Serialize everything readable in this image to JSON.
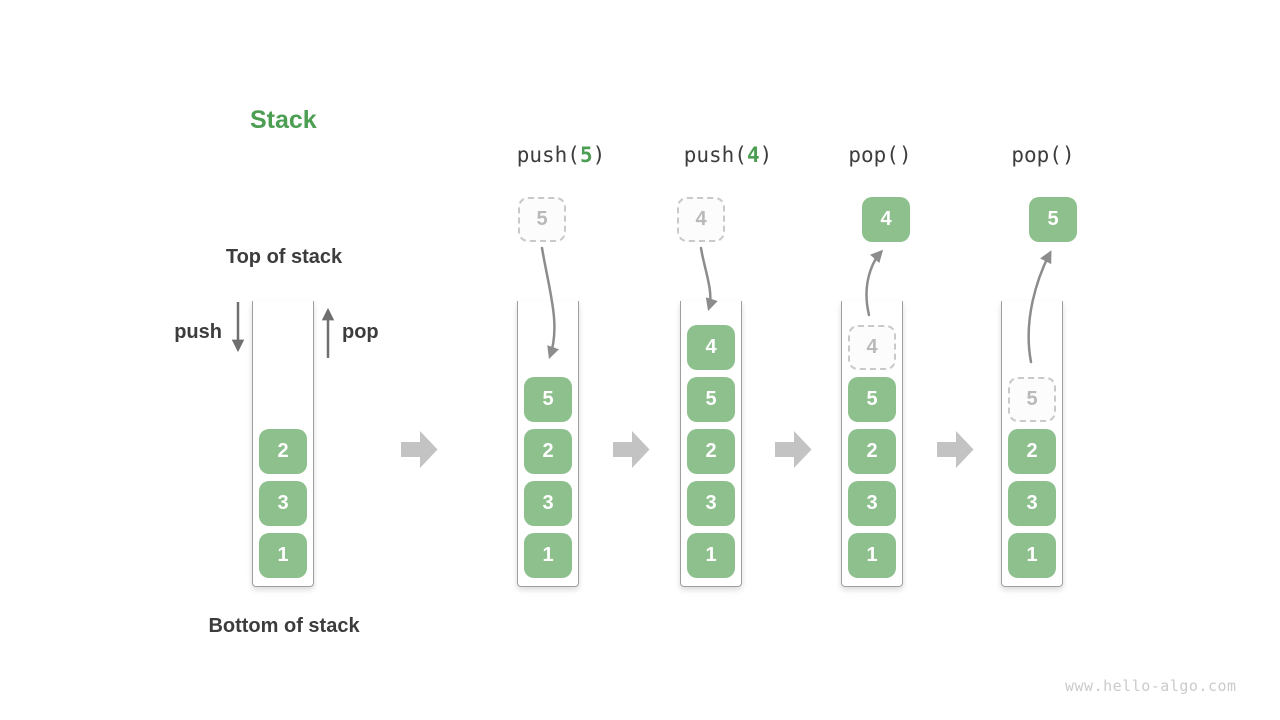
{
  "title": "Stack",
  "labels": {
    "top_of_stack": "Top of stack",
    "bottom_of_stack": "Bottom of stack",
    "push": "push",
    "pop": "pop"
  },
  "operations": [
    {
      "prefix": "push(",
      "arg": "5",
      "suffix": ")"
    },
    {
      "prefix": "push(",
      "arg": "4",
      "suffix": ")"
    },
    {
      "prefix": "pop(",
      "arg": "",
      "suffix": ")"
    },
    {
      "prefix": "pop(",
      "arg": "",
      "suffix": ")"
    }
  ],
  "stacks": [
    {
      "blocks": [
        "2",
        "3",
        "1"
      ]
    },
    {
      "incoming": "5",
      "blocks": [
        "5",
        "2",
        "3",
        "1"
      ]
    },
    {
      "incoming": "4",
      "blocks": [
        "4",
        "5",
        "2",
        "3",
        "1"
      ]
    },
    {
      "popped": "4",
      "ghost": "4",
      "blocks": [
        "5",
        "2",
        "3",
        "1"
      ]
    },
    {
      "popped": "5",
      "ghost": "5",
      "blocks": [
        "2",
        "3",
        "1"
      ]
    }
  ],
  "watermark": "www.hello-algo.com",
  "colors": {
    "title_green": "#4C9E52",
    "block_green": "#8DC08D",
    "text_dark": "#3C3C3C",
    "mono_text": "#3D3D3D",
    "curved_arrow": "#8C8C8C",
    "straight_arrow": "#6F6F6F",
    "block_arrow_gray": "#C3C3C3",
    "ghost_border": "#C9C9C9",
    "ghost_text": "#B9B9B9",
    "container_border": "#9E9E9E",
    "watermark_gray": "#CBCBCB"
  }
}
